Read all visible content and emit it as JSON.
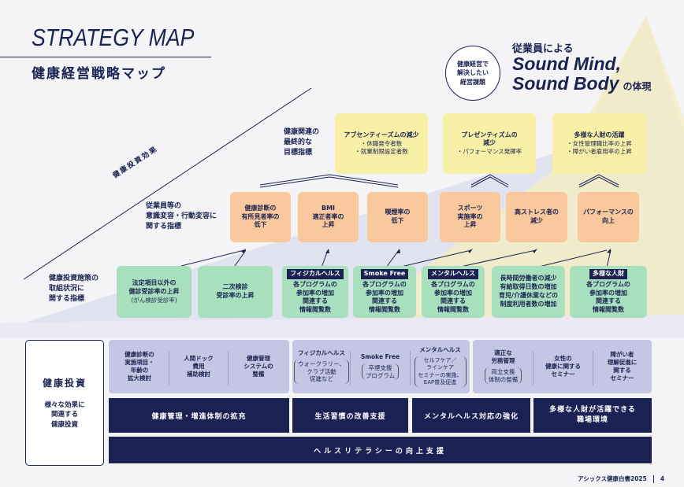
{
  "title": "STRATEGY MAP",
  "subtitle": "健康経営戦略マップ",
  "issue_circle": [
    "健康経営で",
    "解決したい",
    "経営課題"
  ],
  "goal": {
    "prefix": "従業員による",
    "line1": "Sound Mind,",
    "line2": "Sound Body",
    "suffix": "の体現"
  },
  "effect_label": "健康投資効果",
  "row_labels": {
    "final": [
      "健康関連の",
      "最終的な",
      "目標指標"
    ],
    "behavior": [
      "従業員等の",
      "意識変容・行動変容に",
      "関する指標"
    ],
    "measures": [
      "健康投資施策の",
      "取組状況に",
      "関する指標"
    ]
  },
  "final_boxes": [
    {
      "title": "アブセンティーズムの減少",
      "items": [
        "・休職発令者数",
        "・就業制限設定者数"
      ]
    },
    {
      "title": "プレゼンティズムの",
      "title2": "減少",
      "items": [
        "・パフォーマンス発揮率"
      ]
    },
    {
      "title": "多様な人財の活躍",
      "items": [
        "・女性管理職比率の上昇",
        "・障がい者雇用率の上昇"
      ]
    }
  ],
  "behavior_boxes": [
    [
      "健康診断の",
      "有所見者率の",
      "低下"
    ],
    [
      "BMI",
      "適正者率の",
      "上昇"
    ],
    [
      "喫煙率の",
      "低下"
    ],
    [
      "スポーツ",
      "実施率の",
      "上昇"
    ],
    [
      "高ストレス者の",
      "減少"
    ],
    [
      "パフォーマンスの",
      "向上"
    ]
  ],
  "measure_boxes": [
    {
      "tag": "",
      "lines": [
        "法定項目以外の",
        "健診受診率の上昇"
      ],
      "note": "(がん検診受診率)"
    },
    {
      "tag": "",
      "lines": [
        "二次検診",
        "受診率の上昇"
      ],
      "note": ""
    },
    {
      "tag": "フィジカルヘルス",
      "lines": [
        "各プログラムの",
        "参加率の増加",
        "関連する",
        "情報閲覧数"
      ],
      "note": ""
    },
    {
      "tag": "Smoke Free",
      "lines": [
        "各プログラムの",
        "参加率の増加",
        "関連する",
        "情報閲覧数"
      ],
      "note": ""
    },
    {
      "tag": "メンタルヘルス",
      "lines": [
        "各プログラムの",
        "参加率の増加",
        "関連する",
        "情報閲覧数"
      ],
      "note": ""
    },
    {
      "tag": "",
      "lines": [
        "長時間労働者の減少",
        "有給取得日数の増加",
        "育児/介護休業などの",
        "制度利用者数の増加"
      ],
      "note": ""
    },
    {
      "tag": "多様な人財",
      "lines": [
        "各プログラムの",
        "参加率の増加",
        "関連する",
        "情報閲覧数"
      ],
      "note": ""
    }
  ],
  "investment": {
    "title": "健康投資",
    "desc": [
      "様々な効果に",
      "関連する",
      "健康投資"
    ]
  },
  "invest_items": [
    {
      "lines": [
        "健康診断の",
        "実施項目・",
        "年齢の",
        "拡大検討"
      ],
      "paren": []
    },
    {
      "lines": [
        "人間ドック",
        "費用",
        "補助検討"
      ],
      "paren": []
    },
    {
      "lines": [
        "健康管理",
        "システムの",
        "整備"
      ],
      "paren": []
    },
    {
      "lines": [
        "フィジカルヘルス"
      ],
      "paren": [
        "ウォークラリー、",
        "クラブ活動",
        "促進など"
      ]
    },
    {
      "lines": [
        "Smoke Free"
      ],
      "paren": [
        "卒煙支援",
        "プログラム"
      ]
    },
    {
      "lines": [
        "メンタルヘルス"
      ],
      "paren": [
        "セルフケア／",
        "ラインケア",
        "セミナーの実施、",
        "EAP普及促進"
      ]
    },
    {
      "lines": [
        "適正な",
        "労務管理"
      ],
      "paren": [
        "両立支援",
        "体制の整備"
      ]
    },
    {
      "lines": [
        "女性の",
        "健康に関する",
        "セミナー"
      ],
      "paren": []
    },
    {
      "lines": [
        "障がい者",
        "理解促進に",
        "関する",
        "セミナー"
      ],
      "paren": []
    }
  ],
  "navy_bars": [
    "健康管理・増進体制の拡充",
    "生活習慣の改善支援",
    "メンタルヘルス対応の強化",
    "多様な人財が活躍できる職場環境"
  ],
  "bottom_bar": "ヘルスリテラシーの向上支援",
  "footer": {
    "text": "アシックス健康白書2025",
    "page": "4"
  },
  "colors": {
    "navy": "#1a2153",
    "yellow": "#f8f0a6",
    "orange": "#f9c99d",
    "green": "#a8e0be",
    "lavender": "#c4c6e3"
  }
}
